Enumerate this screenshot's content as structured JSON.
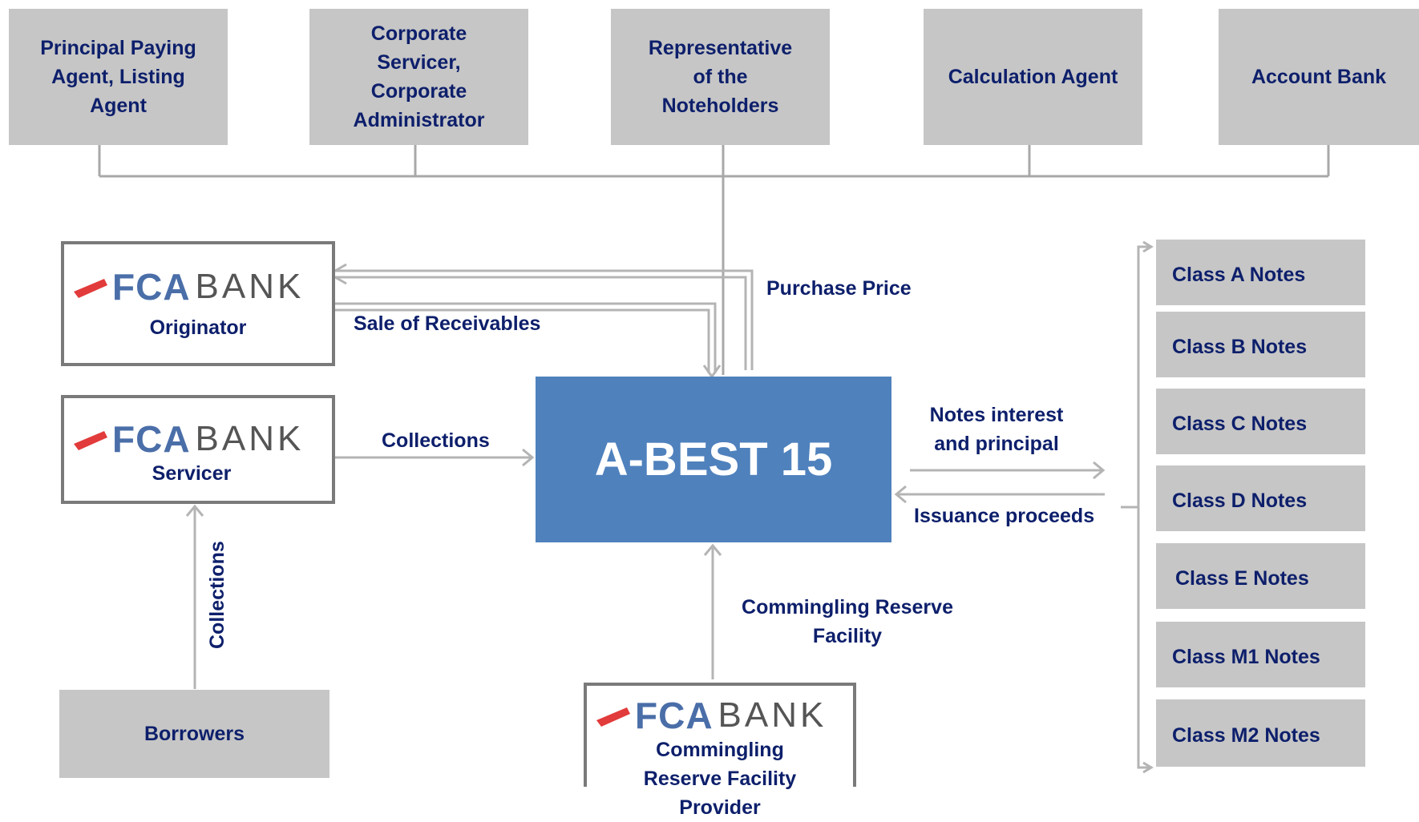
{
  "top_parties": {
    "principal_paying": "Principal Paying Agent, Listing Agent",
    "corporate_servicer": "Corporate Servicer, Corporate Administrator",
    "representative": "Representative of the Noteholders",
    "calculation_agent": "Calculation Agent",
    "account_bank": "Account Bank"
  },
  "logo": {
    "fca": "FCA",
    "bank": "BANK"
  },
  "originator": {
    "role": "Originator"
  },
  "servicer": {
    "role": "Servicer"
  },
  "crf_provider": {
    "role": "Commingling Reserve Facility Provider"
  },
  "borrowers": "Borrowers",
  "issuer": "A-BEST 15",
  "flows": {
    "purchase_price": "Purchase Price",
    "sale_of_receivables": "Sale of Receivables",
    "collections_servicer": "Collections",
    "collections_borrowers": "Collections",
    "notes_interest": "Notes interest and principal",
    "issuance_proceeds": "Issuance proceeds",
    "commingling": "Commingling Reserve Facility"
  },
  "notes": [
    "Class A Notes",
    "Class B Notes",
    "Class C Notes",
    "Class D Notes",
    "Class E Notes",
    "Class M1 Notes",
    "Class M2 Notes"
  ],
  "colors": {
    "issuer_fill": "#4f81bd",
    "text": "#0d1f6b",
    "box_gray": "#c6c6c6",
    "fca_red": "#e23b3b",
    "fca_blue": "#4a6ea8"
  }
}
